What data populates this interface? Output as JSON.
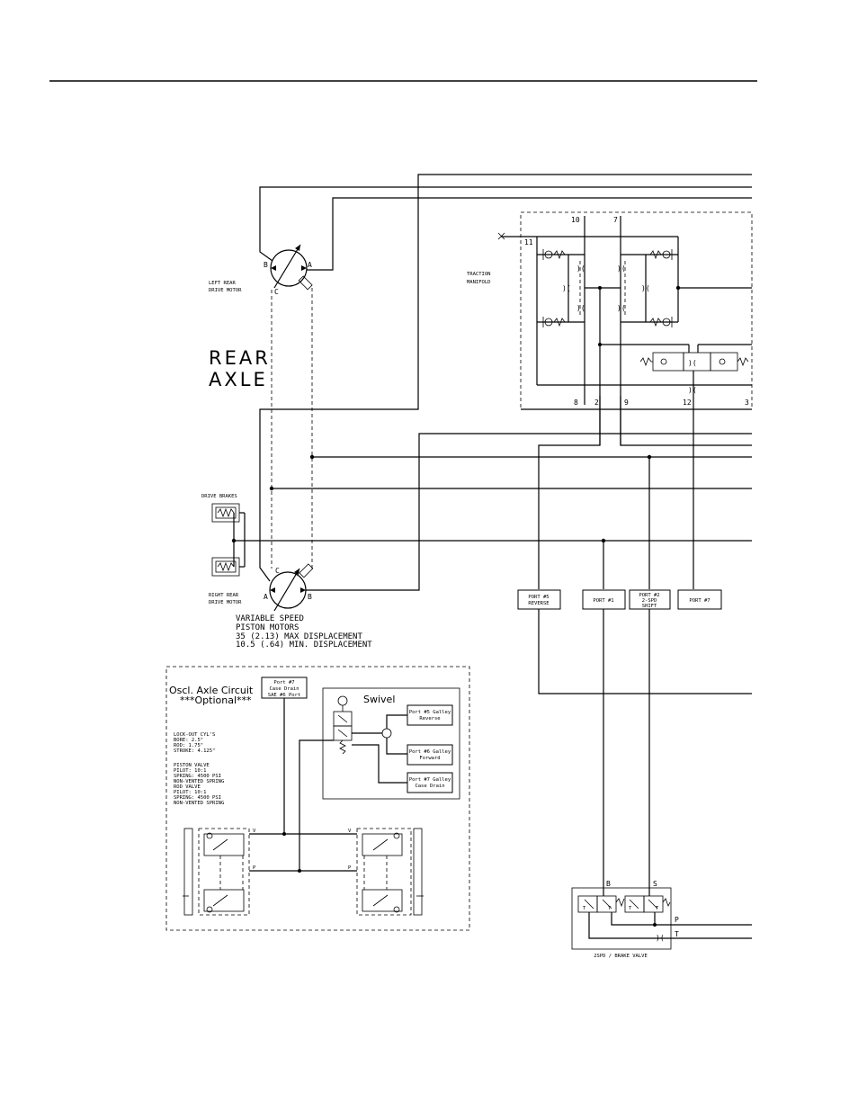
{
  "rear_axle": {
    "title_line1": "REAR",
    "title_line2": "AXLE",
    "left_motor_line1": "LEFT REAR",
    "left_motor_line2": "DRIVE MOTOR",
    "right_motor_line1": "RIGHT REAR",
    "right_motor_line2": "DRIVE MOTOR",
    "drive_brakes": "DRIVE BRAKES",
    "port_a": "A",
    "port_b": "B",
    "port_c": "C",
    "motor_spec_line1": "VARIABLE SPEED",
    "motor_spec_line2": "PISTON MOTORS",
    "motor_spec_line3": "35 (2.13)  MAX DISPLACEMENT",
    "motor_spec_line4": "10.5 (.64) MIN. DISPLACEMENT"
  },
  "traction_manifold": {
    "label_line1": "TRACTION",
    "label_line2": "MANIFOLD",
    "port_numbers": {
      "p10": "10",
      "p7": "7",
      "p11": "11",
      "p8": "8",
      "p2": "2",
      "p9": "9",
      "p12": "12",
      "p3": "3"
    }
  },
  "swivel_ports": [
    {
      "line1": "PORT #5",
      "line2": "REVERSE"
    },
    {
      "line1": "PORT #1",
      "line2": ""
    },
    {
      "line1": "PORT #2",
      "line2": "2-SPD",
      "line3": "SHIFT"
    },
    {
      "line1": "PORT #7",
      "line2": ""
    }
  ],
  "brake_valve": {
    "label": "2SPD / BRAKE VALVE",
    "port_b": "B",
    "port_s": "S",
    "port_p": "P",
    "port_t": "T"
  },
  "oscillating_axle": {
    "title": "Oscl. Axle Circuit",
    "optional": "***Optional***",
    "case_drain_line1": "Port #7",
    "case_drain_line2": "Case Drain",
    "case_drain_line3": "SAE #6 Port",
    "swivel": "Swivel",
    "galley_reverse_line1": "Port #5 Galley",
    "galley_reverse_line2": "Reverse",
    "galley_forward_line1": "Port #6 Galley",
    "galley_forward_line2": "Forward",
    "galley_drain_line1": "Port #7 Galley",
    "galley_drain_line2": "Case Drain",
    "spec_lines": [
      "LOCK-OUT CYL'S",
      "BORE: 2.5\"",
      "ROD: 1.75\"",
      "STROKE: 4.125\"",
      "",
      "PISTON VALVE",
      "  PILOT: 10:1",
      "  SPRING: 4500 PSI",
      "  NON-VENTED SPRING",
      "ROD VALVE",
      "  PILOT: 10:1",
      "  SPRING: 4500 PSI",
      "  NON-VENTED SPRING"
    ],
    "port_v": "V",
    "port_p": "P"
  }
}
